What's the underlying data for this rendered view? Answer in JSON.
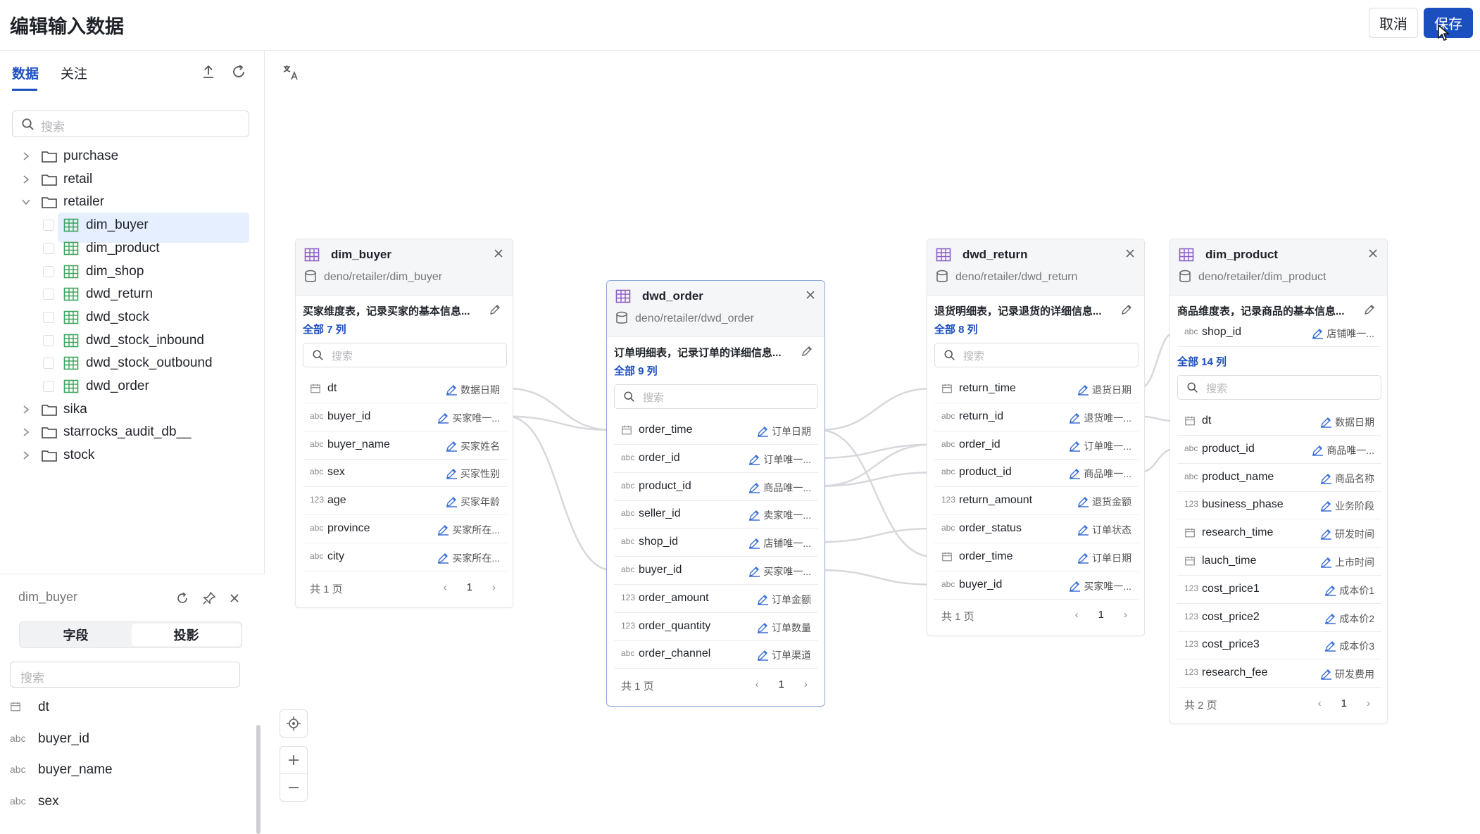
{
  "header": {
    "title": "编辑输入数据",
    "cancel_label": "取消",
    "save_label": "保存"
  },
  "sidebar": {
    "tabs": [
      "数据",
      "关注"
    ],
    "search_placeholder": "搜索",
    "truncated_item": "·",
    "tree": [
      {
        "label": "purchase",
        "kind": "folder",
        "expanded": false
      },
      {
        "label": "retail",
        "kind": "folder",
        "expanded": false
      },
      {
        "label": "retailer",
        "kind": "folder",
        "expanded": true
      },
      {
        "label": "dim_buyer",
        "kind": "table",
        "selected": true
      },
      {
        "label": "dim_product",
        "kind": "table"
      },
      {
        "label": "dim_shop",
        "kind": "table"
      },
      {
        "label": "dwd_return",
        "kind": "table"
      },
      {
        "label": "dwd_stock",
        "kind": "table"
      },
      {
        "label": "dwd_stock_inbound",
        "kind": "table"
      },
      {
        "label": "dwd_stock_outbound",
        "kind": "table"
      },
      {
        "label": "dwd_order",
        "kind": "table"
      },
      {
        "label": "sika",
        "kind": "folder",
        "expanded": false
      },
      {
        "label": "starrocks_audit_db__",
        "kind": "folder",
        "expanded": false
      },
      {
        "label": "stock",
        "kind": "folder",
        "expanded": false
      }
    ],
    "detail": {
      "title": "dim_buyer",
      "segments": [
        "字段",
        "投影"
      ],
      "search_placeholder": "搜索",
      "fields": [
        {
          "type": "date",
          "name": "dt"
        },
        {
          "type": "abc",
          "name": "buyer_id"
        },
        {
          "type": "abc",
          "name": "buyer_name"
        },
        {
          "type": "abc",
          "name": "sex"
        }
      ]
    }
  },
  "cards": [
    {
      "name": "dim_buyer",
      "path": "deno/retailer/dim_buyer",
      "description": "买家维度表，记录买家的基本信息...",
      "count_label": "全部 7 列",
      "search_placeholder": "搜索",
      "fields": [
        {
          "type": "date",
          "name": "dt",
          "alias": "数据日期"
        },
        {
          "type": "abc",
          "name": "buyer_id",
          "alias": "买家唯一..."
        },
        {
          "type": "abc",
          "name": "buyer_name",
          "alias": "买家姓名"
        },
        {
          "type": "abc",
          "name": "sex",
          "alias": "买家性别"
        },
        {
          "type": "123",
          "name": "age",
          "alias": "买家年龄"
        },
        {
          "type": "abc",
          "name": "province",
          "alias": "买家所在..."
        },
        {
          "type": "abc",
          "name": "city",
          "alias": "买家所在..."
        }
      ],
      "footer": "共 1 页",
      "page": "1"
    },
    {
      "name": "dwd_order",
      "path": "deno/retailer/dwd_order",
      "description": "订单明细表，记录订单的详细信息...",
      "count_label": "全部 9 列",
      "search_placeholder": "搜索",
      "fields": [
        {
          "type": "date",
          "name": "order_time",
          "alias": "订单日期"
        },
        {
          "type": "abc",
          "name": "order_id",
          "alias": "订单唯一..."
        },
        {
          "type": "abc",
          "name": "product_id",
          "alias": "商品唯一..."
        },
        {
          "type": "abc",
          "name": "seller_id",
          "alias": "卖家唯一..."
        },
        {
          "type": "abc",
          "name": "shop_id",
          "alias": "店铺唯一..."
        },
        {
          "type": "abc",
          "name": "buyer_id",
          "alias": "买家唯一..."
        },
        {
          "type": "123",
          "name": "order_amount",
          "alias": "订单金额"
        },
        {
          "type": "123",
          "name": "order_quantity",
          "alias": "订单数量"
        },
        {
          "type": "abc",
          "name": "order_channel",
          "alias": "订单渠道"
        }
      ],
      "footer": "共 1 页",
      "page": "1"
    },
    {
      "name": "dwd_return",
      "path": "deno/retailer/dwd_return",
      "description": "退货明细表，记录退货的详细信息...",
      "count_label": "全部 8 列",
      "search_placeholder": "搜索",
      "fields": [
        {
          "type": "date",
          "name": "return_time",
          "alias": "退货日期"
        },
        {
          "type": "abc",
          "name": "return_id",
          "alias": "退货唯一..."
        },
        {
          "type": "abc",
          "name": "order_id",
          "alias": "订单唯一..."
        },
        {
          "type": "abc",
          "name": "product_id",
          "alias": "商品唯一..."
        },
        {
          "type": "123",
          "name": "return_amount",
          "alias": "退货金额"
        },
        {
          "type": "abc",
          "name": "order_status",
          "alias": "订单状态"
        },
        {
          "type": "date",
          "name": "order_time",
          "alias": "订单日期"
        },
        {
          "type": "abc",
          "name": "buyer_id",
          "alias": "买家唯一..."
        }
      ],
      "footer": "共 1 页",
      "page": "1"
    },
    {
      "name": "dim_product",
      "path": "deno/retailer/dim_product",
      "description": "商品维度表，记录商品的基本信息...",
      "top_field": {
        "type": "abc",
        "name": "shop_id",
        "alias": "店铺唯一..."
      },
      "count_label": "全部 14 列",
      "search_placeholder": "搜索",
      "fields": [
        {
          "type": "date",
          "name": "dt",
          "alias": "数据日期"
        },
        {
          "type": "abc",
          "name": "product_id",
          "alias": "商品唯一..."
        },
        {
          "type": "abc",
          "name": "product_name",
          "alias": "商品名称"
        },
        {
          "type": "123",
          "name": "business_phase",
          "alias": "业务阶段"
        },
        {
          "type": "date",
          "name": "research_time",
          "alias": "研发时间"
        },
        {
          "type": "date",
          "name": "lauch_time",
          "alias": "上市时间"
        },
        {
          "type": "123",
          "name": "cost_price1",
          "alias": "成本价1"
        },
        {
          "type": "123",
          "name": "cost_price2",
          "alias": "成本价2"
        },
        {
          "type": "123",
          "name": "cost_price3",
          "alias": "成本价3"
        },
        {
          "type": "123",
          "name": "research_fee",
          "alias": "研发费用"
        }
      ],
      "footer": "共 2 页",
      "page": "1"
    }
  ],
  "colors": {
    "primary": "#1b4fbf",
    "selected_bg": "#e6efff",
    "table_icon": "#3aa55d",
    "card_icon": "#8b5cc7",
    "edge": "#d6d8dc"
  },
  "icons": [
    "upload-icon",
    "refresh-icon",
    "search-icon",
    "folder-icon",
    "table-icon",
    "database-icon",
    "edit-icon",
    "close-icon",
    "pin-icon",
    "translate-icon",
    "locate-icon",
    "zoom-in-icon",
    "zoom-out-icon"
  ]
}
